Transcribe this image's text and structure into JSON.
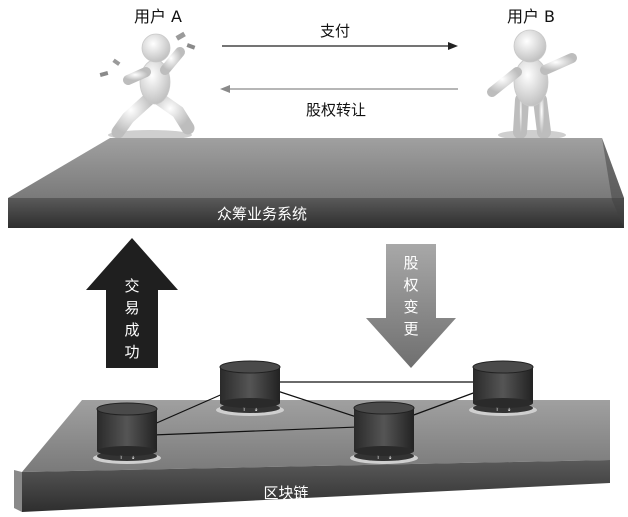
{
  "users": {
    "a_label": "用户 A",
    "b_label": "用户 B"
  },
  "flows": {
    "pay_label": "支付",
    "equity_transfer_label": "股权转让"
  },
  "platforms": {
    "crowdfunding_label": "众筹业务系统",
    "blockchain_label": "区块链"
  },
  "arrows": {
    "trade_success_chars": [
      "交",
      "易",
      "成",
      "功"
    ],
    "equity_change_chars": [
      "股",
      "权",
      "变",
      "更"
    ]
  },
  "colors": {
    "slab_top": "#8e8e8e",
    "slab_front": "#4a4a4a",
    "dark_arrow": "#1f1f1f",
    "gray_arrow": "#8a8a8a",
    "node_body": "#3a3a3a",
    "text_light": "#ffffff",
    "text_dark": "#111111"
  },
  "icons": [
    "person-a-icon",
    "person-b-icon",
    "blockchain-node-icon"
  ]
}
